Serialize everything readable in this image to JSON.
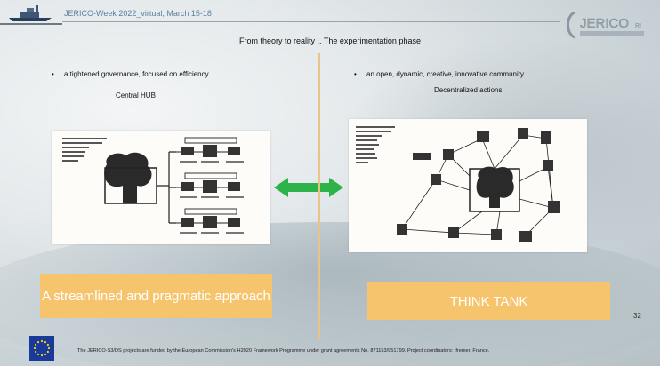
{
  "header": {
    "event_text": "JERICO-Week 2022_virtual, March 15-18",
    "logo_text": "JERICO",
    "logo_tag": "RI"
  },
  "slide": {
    "subtitle": "From theory to reality .. The experimentation phase",
    "left": {
      "bullet": "a tightened governance, focused on efficiency",
      "center_label": "Central HUB",
      "callout": "A streamlined and pragmatic approach"
    },
    "right": {
      "bullet": "an open, dynamic, creative, innovative community",
      "center_label": "Decentralized actions",
      "callout": "THINK TANK"
    },
    "page_number": "32"
  },
  "footer": {
    "text": "The JERICO-S3/DS projects are funded by the European Commission's H2020 Framework Programme under grant agreements No. 871153/951799. Project coordinators: Ifremer, France."
  },
  "colors": {
    "callout": "#f6c46c",
    "divider": "#e8c48a",
    "arrow": "#2db34a",
    "eu_blue": "#1a3a9a",
    "eu_star": "#f6d21a"
  }
}
